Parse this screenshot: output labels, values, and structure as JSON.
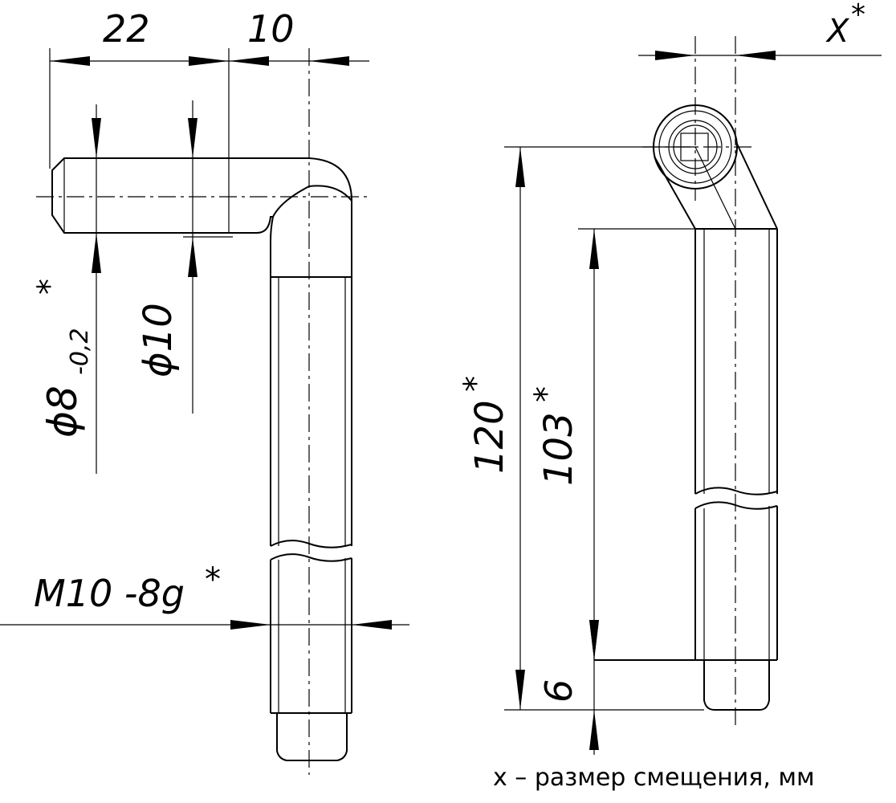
{
  "dimensions": {
    "d22": "22",
    "d10": "10",
    "x": "X",
    "x_star": "*",
    "dia8": "ϕ8",
    "dia8_tol": "-0,2",
    "dia8_star": "*",
    "dia10": "ϕ10",
    "thread": "M10 -8g",
    "thread_star": "*",
    "d120": "120",
    "d120_star": "*",
    "d103": "103",
    "d103_star": "*",
    "d6": "6"
  },
  "note": "x – размер смещения, мм"
}
